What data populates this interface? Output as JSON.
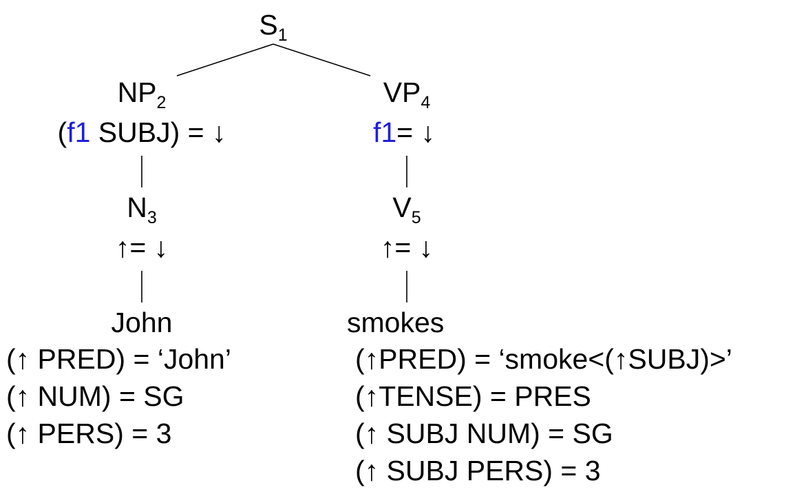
{
  "colors": {
    "text": "#000000",
    "variable": "#1f1fe0",
    "line": "#000000"
  },
  "nodes": {
    "s": {
      "label": "S",
      "index": "1"
    },
    "np": {
      "label": "NP",
      "index": "2",
      "annotation": {
        "open": "(",
        "var": "f1",
        "rest": " SUBJ) = ↓"
      }
    },
    "vp": {
      "label": "VP",
      "index": "4",
      "annotation": {
        "var": "f1",
        "rest": "= ↓"
      }
    },
    "n": {
      "label": "N",
      "index": "3",
      "annotation": "↑= ↓"
    },
    "v": {
      "label": "V",
      "index": "5",
      "annotation": "↑= ↓"
    }
  },
  "lexical": {
    "john": {
      "word": "John",
      "equations": [
        "(↑ PRED) = ‘John’",
        "(↑ NUM) = SG",
        "(↑ PERS) = 3"
      ]
    },
    "smokes": {
      "word": "smokes",
      "equations": [
        "(↑PRED) = ‘smoke<(↑SUBJ)>’",
        "(↑TENSE) = PRES",
        "(↑ SUBJ NUM) = SG",
        "(↑ SUBJ PERS) = 3"
      ]
    }
  }
}
